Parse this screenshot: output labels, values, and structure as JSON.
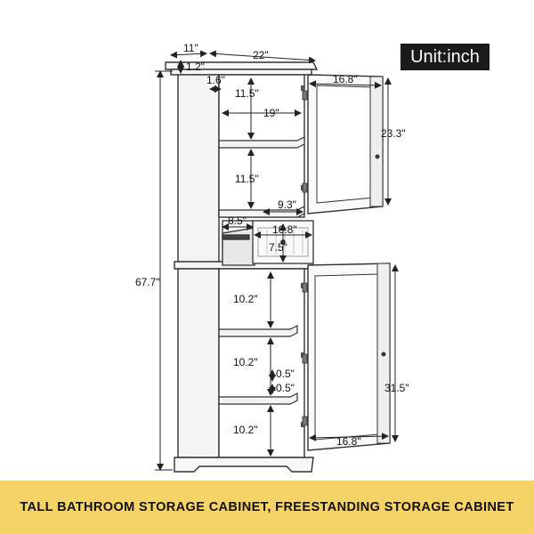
{
  "unit_label": "Unit:inch",
  "banner_title": "TALL BATHROOM STORAGE CABINET, FREESTANDING STORAGE CABINET",
  "colors": {
    "banner": "#f6d366",
    "badge": "#1a1a1a",
    "line": "#222222",
    "panel": "#f4f4f4"
  },
  "dimensions": {
    "depth": "11\"",
    "width": "22\"",
    "top_thickness": "1.2\"",
    "height": "67.7\"",
    "side_offset": "1.6\"",
    "upper_shelf_gap_1": "11.5\"",
    "upper_inner_width": "19\"",
    "upper_shelf_gap_2": "11.5\"",
    "upper_door_width": "16.8\"",
    "upper_door_height": "23.3\"",
    "shelf_depth": "9.3\"",
    "drawer_depth": "8.5\"",
    "drawer_width": "16.8\"",
    "drawer_height": "7.5\"",
    "lower_shelf_gap_1": "10.2\"",
    "lower_shelf_gap_2": "10.2\"",
    "lower_shelf_gap_3": "10.2\"",
    "shelf_step_1": "0.5\"",
    "shelf_step_2": "0.5\"",
    "lower_door_height": "31.5\"",
    "lower_door_width": "16.8\""
  }
}
